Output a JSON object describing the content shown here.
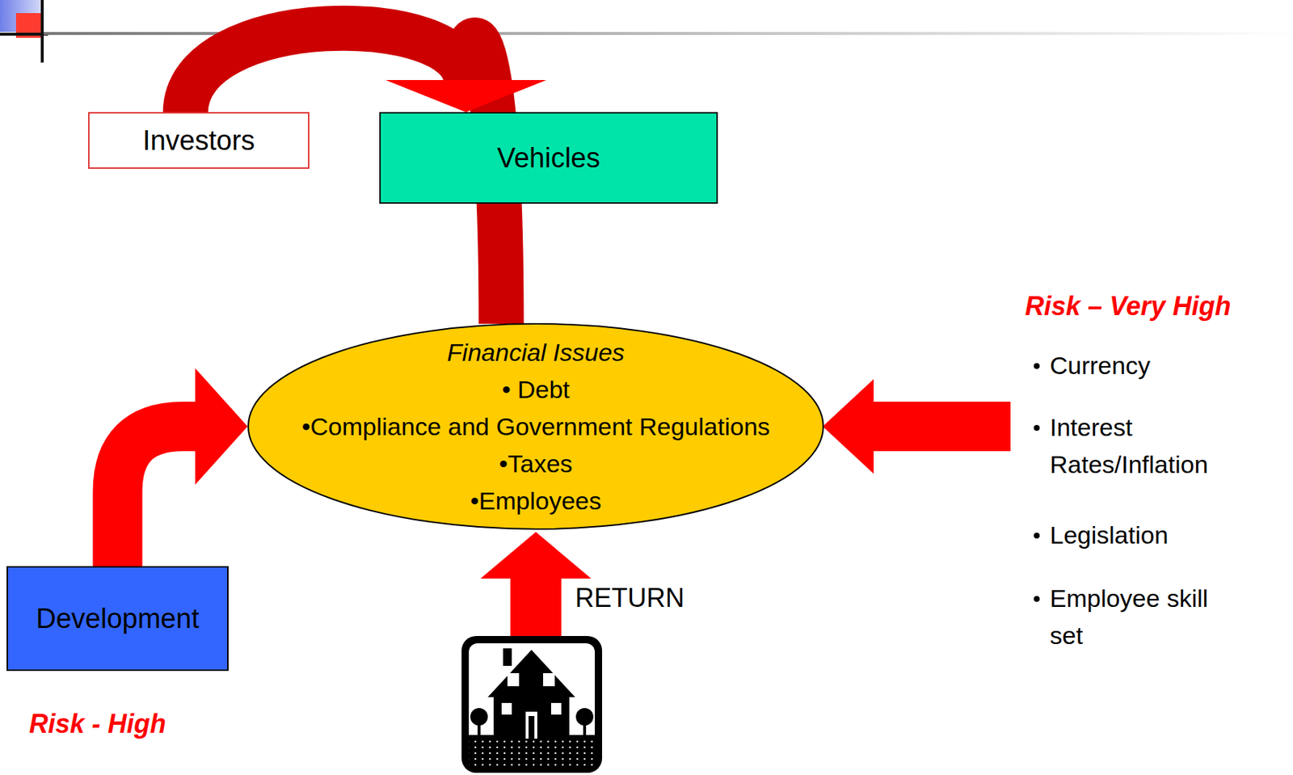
{
  "diagram": {
    "nodes": [
      {
        "text": [
          "Investors"
        ]
      },
      {
        "text": [
          "Vehicles"
        ]
      },
      {
        "text": [
          "Financial Issues",
          "• Debt",
          "•Compliance and Government Regulations",
          "•Taxes",
          "•Employees"
        ]
      },
      {
        "text": [
          "Development"
        ]
      }
    ],
    "edges": [
      {
        "from": 0,
        "to": 1,
        "arrow": "to"
      },
      {
        "from": 2,
        "to": 1,
        "arrow": "to"
      },
      {
        "from": 3,
        "to": 2,
        "arrow": "to"
      }
    ],
    "labels": [
      "Risk – Very High",
      "Currency",
      "Interest Rates/Inflation",
      "Legislation",
      "Employee skill set",
      "RETURN",
      "Risk - High"
    ]
  }
}
